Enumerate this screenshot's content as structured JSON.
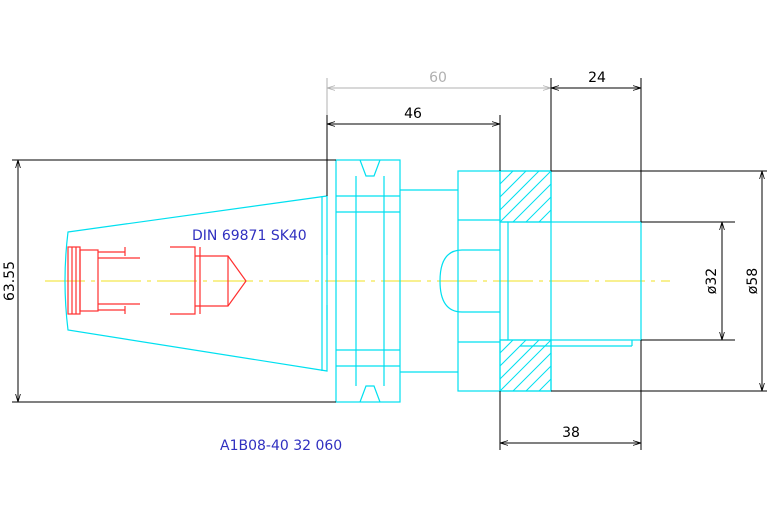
{
  "dimensions": {
    "overall_length": "60",
    "flange_to_face": "46",
    "bore_depth": "24",
    "gauge_diameter": "63.55",
    "bore_diameter": "ø32",
    "outer_diameter": "ø58",
    "body_length": "38"
  },
  "labels": {
    "taper_standard": "DIN 69871 SK40",
    "part_number": "A1B08-40 32 060"
  },
  "colors": {
    "outline": "#00e0f0",
    "detail": "#ff3030",
    "dimension": "#000000",
    "centerline": "#f0e020",
    "label": "#3030c0"
  }
}
